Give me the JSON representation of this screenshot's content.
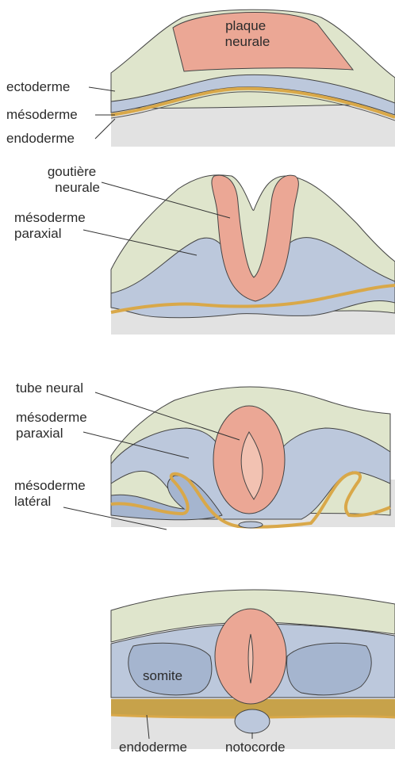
{
  "colors": {
    "ectoderm": "#dfe5cc",
    "ectoderm_dark": "#c9d3ae",
    "neural": "#eba795",
    "neural_light": "#f2c2b2",
    "mesoderm": "#bcc8dc",
    "mesoderm_dark": "#a5b5cf",
    "endoderm": "#d9a849",
    "endoderm_fill": "#c7a24a",
    "background": "#e2e2e2"
  },
  "stage1": {
    "plaque_line1": "plaque",
    "plaque_line2": "neurale",
    "ectoderme": "ectoderme",
    "mesoderme": "mésoderme",
    "endoderme": "endoderme"
  },
  "stage2": {
    "goutiere_line1": "goutière",
    "goutiere_line2": "neurale",
    "mesoderme_line1": "mésoderme",
    "mesoderme_line2": "paraxial"
  },
  "stage3": {
    "tube_neural": "tube neural",
    "paraxial_line1": "mésoderme",
    "paraxial_line2": "paraxial",
    "lateral_line1": "mésoderme",
    "lateral_line2": "latéral"
  },
  "stage4": {
    "somite": "somite",
    "endoderme": "endoderme",
    "notocorde": "notocorde"
  }
}
